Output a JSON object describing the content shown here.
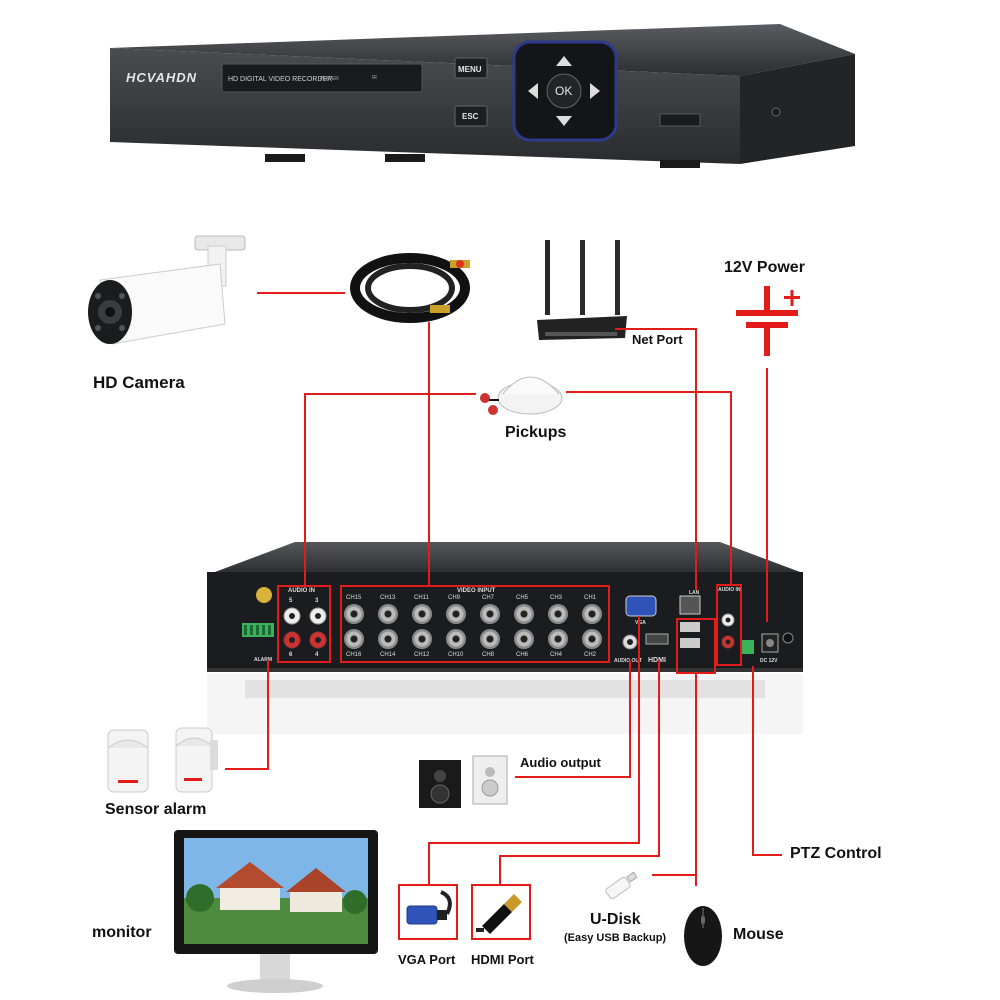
{
  "dvr": {
    "brand": "HCVAHDN",
    "model": "HD DIGITAL VIDEO RECORDER",
    "power_led": "POWER",
    "rec_led": "IR",
    "menu_label": "MENU",
    "esc_label": "ESC",
    "ok_label": "OK"
  },
  "labels": {
    "camera": "HD Camera",
    "pickups": "Pickups",
    "net_port": "Net Port",
    "power": "12V Power",
    "sensor_alarm": "Sensor alarm",
    "audio_output": "Audio output",
    "ptz_control": "PTZ Control",
    "monitor": "monitor",
    "vga_port": "VGA Port",
    "hdmi_port": "HDMI Port",
    "udisk": "U-Disk",
    "udisk_sub": "(Easy USB Backup)",
    "mouse": "Mouse"
  },
  "rear_panel": {
    "audio_in_left": "AUDIO IN",
    "video_input": "VIDEO INPUT",
    "audio_in_right": "AUDIO IN",
    "lan": "LAN",
    "vga": "VGA",
    "audio_out": "AUDIO OUT",
    "hdmi": "HDMI",
    "alarm": "ALARM",
    "dc": "DC 12V",
    "audio_top_nums": [
      "5",
      "3"
    ],
    "audio_bottom_nums": [
      "6",
      "4"
    ],
    "ch_top": [
      "CH15",
      "CH13",
      "CH11",
      "CH9",
      "CH7",
      "CH5",
      "CH3",
      "CH1"
    ],
    "ch_bottom": [
      "CH16",
      "CH14",
      "CH12",
      "CH10",
      "CH8",
      "CH6",
      "CH4",
      "CH2"
    ]
  },
  "colors": {
    "accent_red": "#e21b1b",
    "dvr_body": "#3a3b3e",
    "panel_dark": "#1e1f22"
  }
}
